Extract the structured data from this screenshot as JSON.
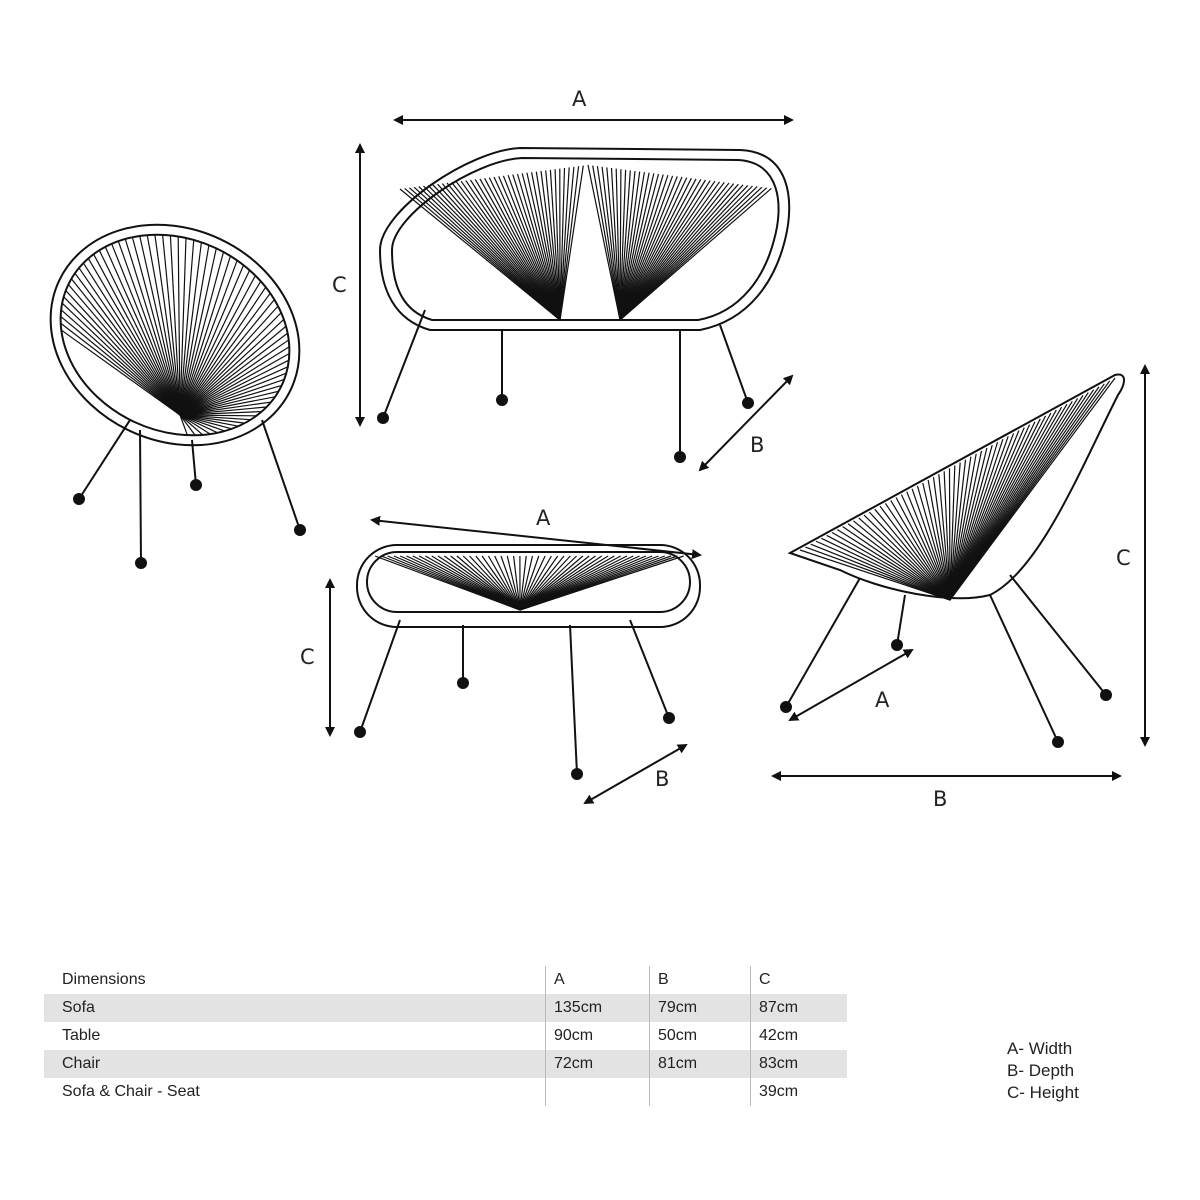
{
  "diagram": {
    "sofa": {
      "a_label": "A",
      "b_label": "B",
      "c_label": "C"
    },
    "table": {
      "a_label": "A",
      "b_label": "B",
      "c_label": "C"
    },
    "side_chair": {
      "a_label": "A",
      "b_label": "B",
      "c_label": "C"
    }
  },
  "dimensions_table": {
    "headers": [
      "Dimensions",
      "A",
      "B",
      "C"
    ],
    "rows": [
      {
        "name": "Sofa",
        "a": "135cm",
        "b": "79cm",
        "c": "87cm"
      },
      {
        "name": "Table",
        "a": "90cm",
        "b": "50cm",
        "c": "42cm"
      },
      {
        "name": "Chair",
        "a": "72cm",
        "b": "81cm",
        "c": "83cm"
      },
      {
        "name": "Sofa & Chair - Seat",
        "a": "",
        "b": "",
        "c": "39cm"
      }
    ]
  },
  "legend": [
    "A- Width",
    "B- Depth",
    "C- Height"
  ]
}
